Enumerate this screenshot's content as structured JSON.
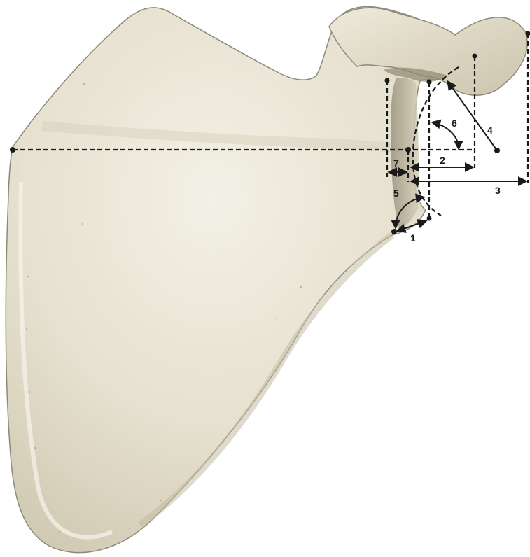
{
  "diagram": {
    "subject": "scapula",
    "colors": {
      "bone_base": "#e5e0cf",
      "bone_light": "#f1eee3",
      "bone_shadow": "#b9b29a",
      "bone_outline": "#8f8a78",
      "line": "#1a1a1a",
      "background": "#ffffff"
    },
    "labels": [
      "1",
      "2",
      "3",
      "4",
      "5",
      "6",
      "7"
    ]
  }
}
